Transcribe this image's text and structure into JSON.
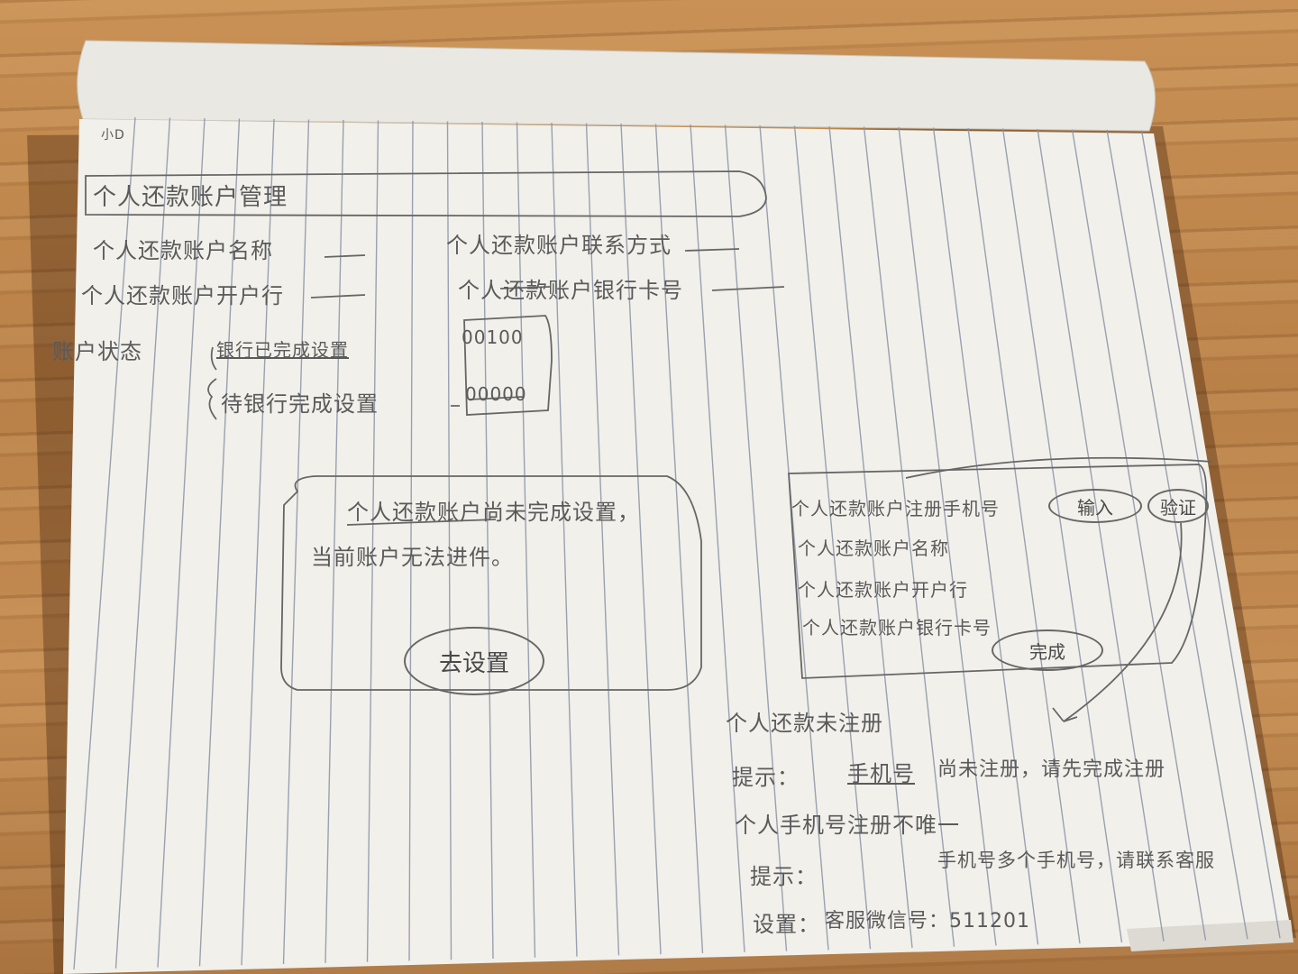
{
  "page": {
    "corner_mark": "小D",
    "title": "个人还款账户管理"
  },
  "fields": {
    "account_name": "个人还款账户名称",
    "contact": "个人还款账户联系方式",
    "bank": "个人还款账户开户行",
    "bank_number": "个人还款账户银行卡号",
    "status_label": "账户状态",
    "status_done": "银行已完成设置",
    "status_pending": "待银行完成设置",
    "code_done": "00100",
    "code_pending": "00000"
  },
  "notice": {
    "line1_em": "个人还款账户",
    "line1_rest": "尚未完成设置，",
    "line2": "当前账户无法进件。",
    "button": "去设置"
  },
  "register": {
    "phone_label": "个人还款账户注册手机号",
    "input_button": "输入",
    "code_button": "验证",
    "name": "个人还款账户名称",
    "bank": "个人还款账户开户行",
    "bank_number": "个人还款账户银行卡号",
    "done_button": "完成"
  },
  "rules": {
    "unregistered_title": "个人还款未注册",
    "hint1_label": "提示：",
    "hint1_blank": "手机号",
    "hint1_text": "尚未注册，请先完成注册",
    "unique_title": "个人手机号注册不唯一",
    "hint2_label": "提示：",
    "hint2_text": "手机号多个手机号，请联系客服",
    "setting_label": "设置：",
    "setting_text": "客服微信号：511201"
  },
  "colors": {
    "paper": "#f1f0ea",
    "rule_line": "#8a93a8",
    "pencil": "#5a5a5a",
    "desk": "#b8834a"
  }
}
